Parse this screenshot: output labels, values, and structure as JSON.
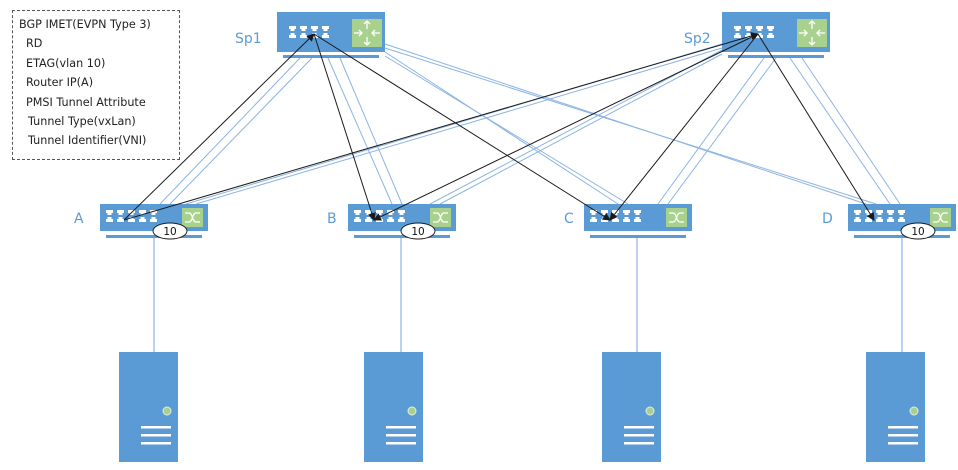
{
  "legend": {
    "title": "BGP IMET(EVPN Type 3)",
    "lines": [
      "RD",
      "ETAG(vlan 10)",
      "Router IP(A)",
      "PMSI Tunnel Attribute",
      "Tunnel Type(vxLan)",
      "Tunnel Identifier(VNI)"
    ]
  },
  "spines": [
    {
      "id": "sp1",
      "label": "Sp1"
    },
    {
      "id": "sp2",
      "label": "Sp2"
    }
  ],
  "leaves": [
    {
      "id": "a",
      "label": "A",
      "vlan_badge": "10"
    },
    {
      "id": "b",
      "label": "B",
      "vlan_badge": "10"
    },
    {
      "id": "c",
      "label": "C",
      "vlan_badge": null
    },
    {
      "id": "d",
      "label": "D",
      "vlan_badge": "10"
    }
  ],
  "servers": [
    {
      "attached_to": "A"
    },
    {
      "attached_to": "B"
    },
    {
      "attached_to": "C"
    },
    {
      "attached_to": "D"
    }
  ],
  "links": {
    "underlay": [
      [
        "Sp1",
        "A"
      ],
      [
        "Sp1",
        "B"
      ],
      [
        "Sp1",
        "C"
      ],
      [
        "Sp1",
        "D"
      ],
      [
        "Sp2",
        "A"
      ],
      [
        "Sp2",
        "B"
      ],
      [
        "Sp2",
        "C"
      ],
      [
        "Sp2",
        "D"
      ]
    ],
    "bgp_advertisement_arrows": [
      {
        "from": "A",
        "to": "Sp1"
      },
      {
        "from": "A",
        "to": "Sp2"
      },
      {
        "from": "Sp1",
        "to": "B"
      },
      {
        "from": "Sp1",
        "to": "C"
      },
      {
        "from": "Sp2",
        "to": "B"
      },
      {
        "from": "Sp2",
        "to": "C"
      },
      {
        "from": "Sp2",
        "to": "D"
      }
    ]
  },
  "colors": {
    "device_blue": "#5b9bd5",
    "device_green": "#a9d18e",
    "link_blue": "#8db4e2",
    "arrow_black": "#1a1a1a",
    "label_blue": "#5b9bd5"
  }
}
